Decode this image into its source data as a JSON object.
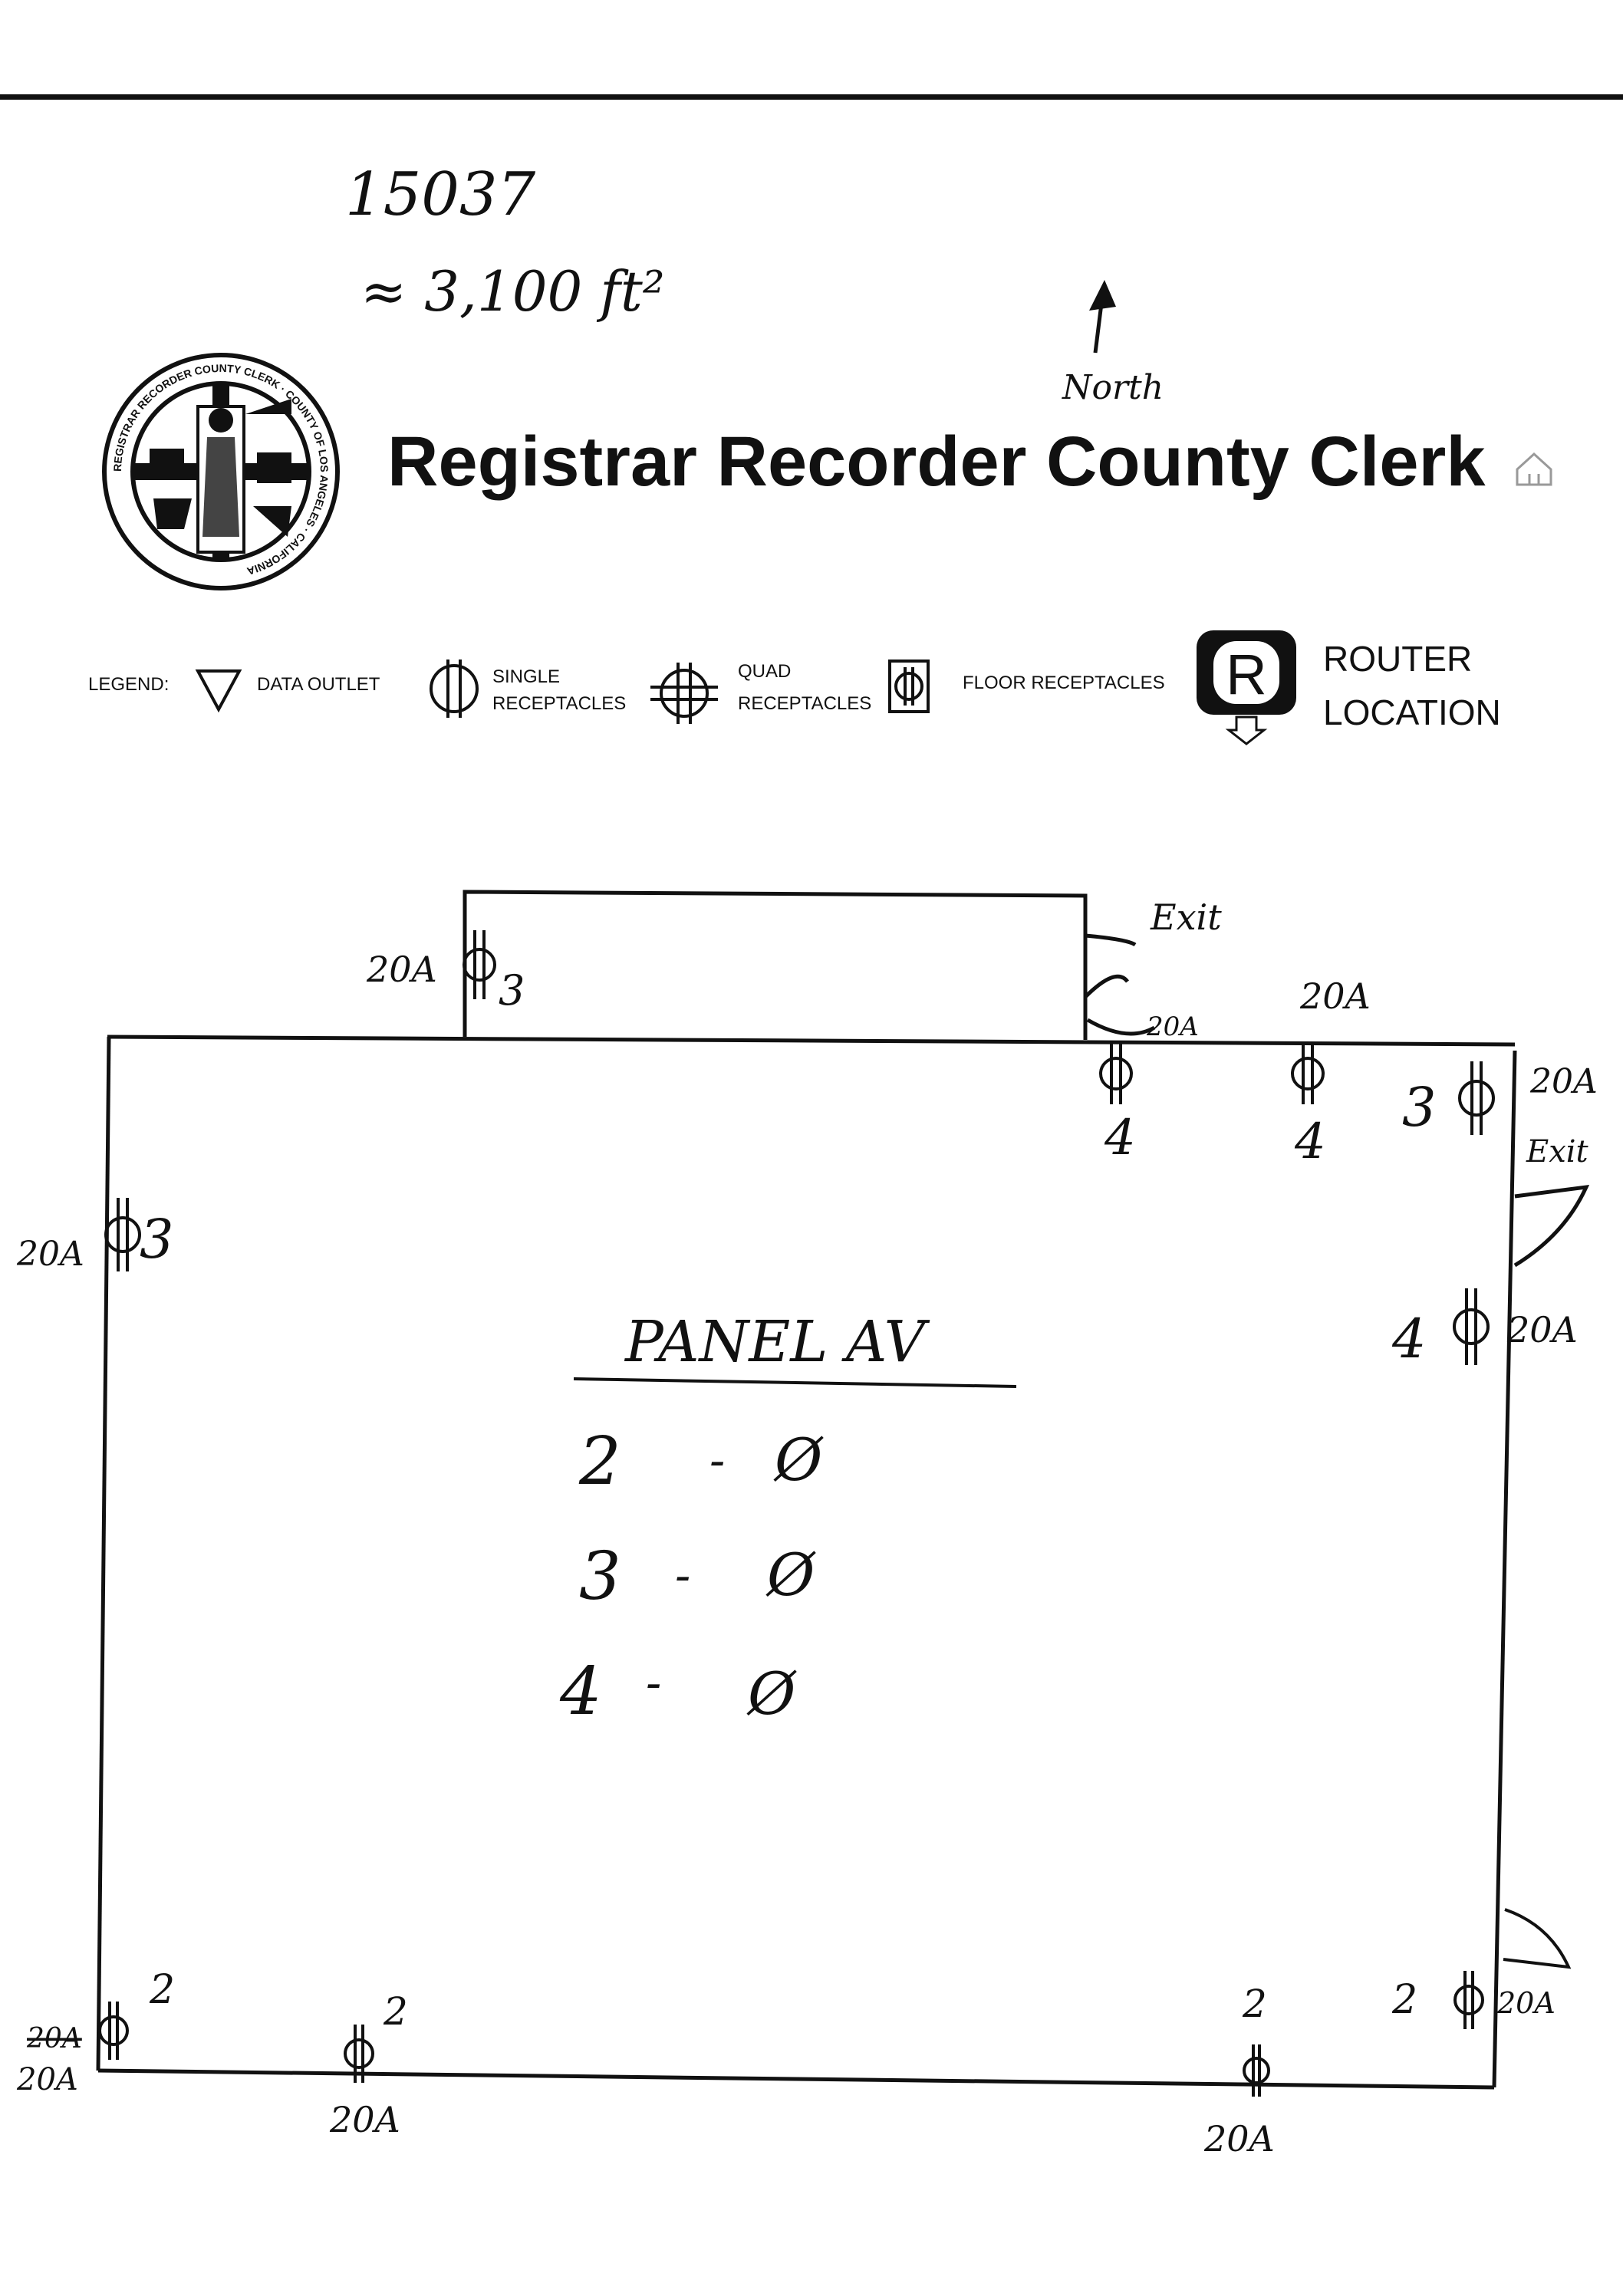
{
  "header": {
    "id_number": "15037",
    "area": "≈ 3,100 ft²",
    "north_label": "North",
    "title": "Registrar Recorder County Clerk",
    "seal_text": "REGISTRAR RECORDER COUNTY CLERK · COUNTY OF LOS ANGELES · CALIFORNIA"
  },
  "legend": {
    "label": "LEGEND:",
    "items": [
      {
        "icon": "triangle-down-icon",
        "label": "DATA OUTLET"
      },
      {
        "icon": "single-receptacle-icon",
        "label_line1": "SINGLE",
        "label_line2": "RECEPTACLES"
      },
      {
        "icon": "quad-receptacle-icon",
        "label_line1": "QUAD",
        "label_line2": "RECEPTACLES"
      },
      {
        "icon": "floor-receptacle-icon",
        "label": "FLOOR RECEPTACLES"
      },
      {
        "icon": "router-icon",
        "symbol": "R",
        "label_line1": "ROUTER",
        "label_line2": "LOCATION"
      }
    ]
  },
  "floor_plan": {
    "annotations": {
      "a1": "20A",
      "n1": "3",
      "exit_top": "Exit",
      "a2": "20A",
      "a3": "20A",
      "n2": "4",
      "n3": "4",
      "n4": "3",
      "a4": "20A",
      "exit_right": "Exit",
      "a5": "20A",
      "n5": "3",
      "n6": "4",
      "a6": "20A",
      "n7": "2",
      "n8": "2",
      "n9": "2",
      "n10": "2",
      "a7": "20A",
      "a8": "20A",
      "a9": "20A",
      "a10": "20A",
      "a11": "20A"
    },
    "panel": {
      "title": "PANEL AV",
      "rows": [
        {
          "count": "2",
          "dash": "-",
          "symbol": "Ø"
        },
        {
          "count": "3",
          "dash": "-",
          "symbol": "Ø"
        },
        {
          "count": "4",
          "dash": "-",
          "symbol": "Ø"
        }
      ]
    }
  }
}
